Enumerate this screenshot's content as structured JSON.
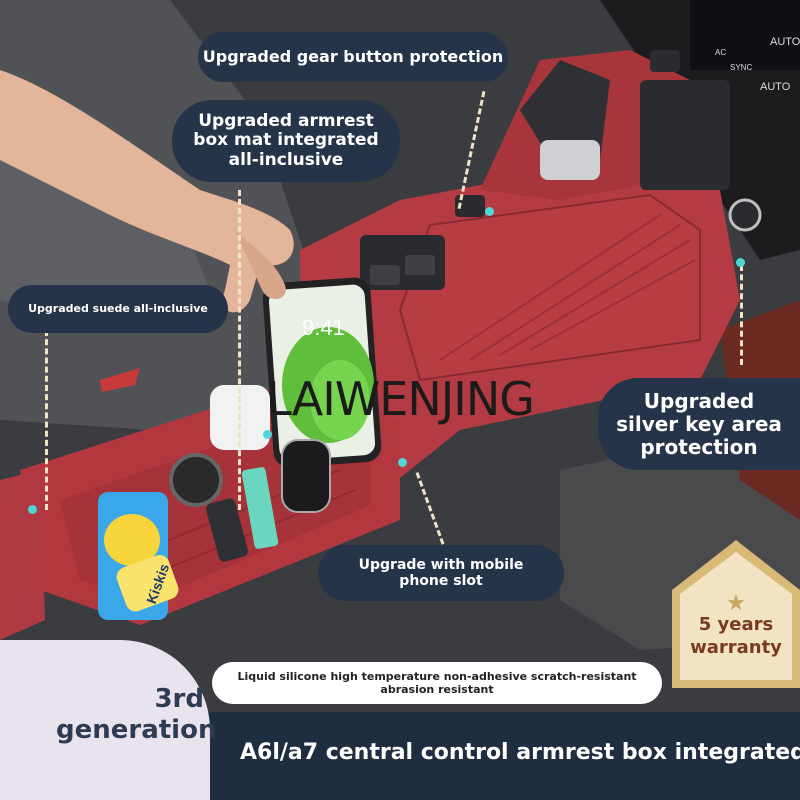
{
  "callouts": {
    "gear": "Upgraded gear button protection",
    "armrest": "Upgraded armrest box mat integrated all-inclusive",
    "suede": "Upgraded suede all-inclusive",
    "key": "Upgraded silver key area protection",
    "phone": "Upgrade with mobile phone slot"
  },
  "phone_screen": {
    "time": "9:41"
  },
  "stickers": {
    "brand": "Kiskis"
  },
  "watermark": "LAIWENJING",
  "badge": {
    "line1": "5 years",
    "line2": "warranty"
  },
  "spec_text": "Liquid silicone high temperature non-adhesive scratch-resistant abrasion resistant",
  "generation": {
    "line1": "3rd",
    "line2": "generation"
  },
  "headline": "A6l/a7 central control armrest box integrated",
  "dash_labels": [
    "AUTO",
    "AUTO",
    "AC",
    "SYNC"
  ],
  "colors": {
    "mat": "#b43a43",
    "callout": "#253448",
    "accent": "#4fd6d6",
    "gold": "#d8b978"
  }
}
